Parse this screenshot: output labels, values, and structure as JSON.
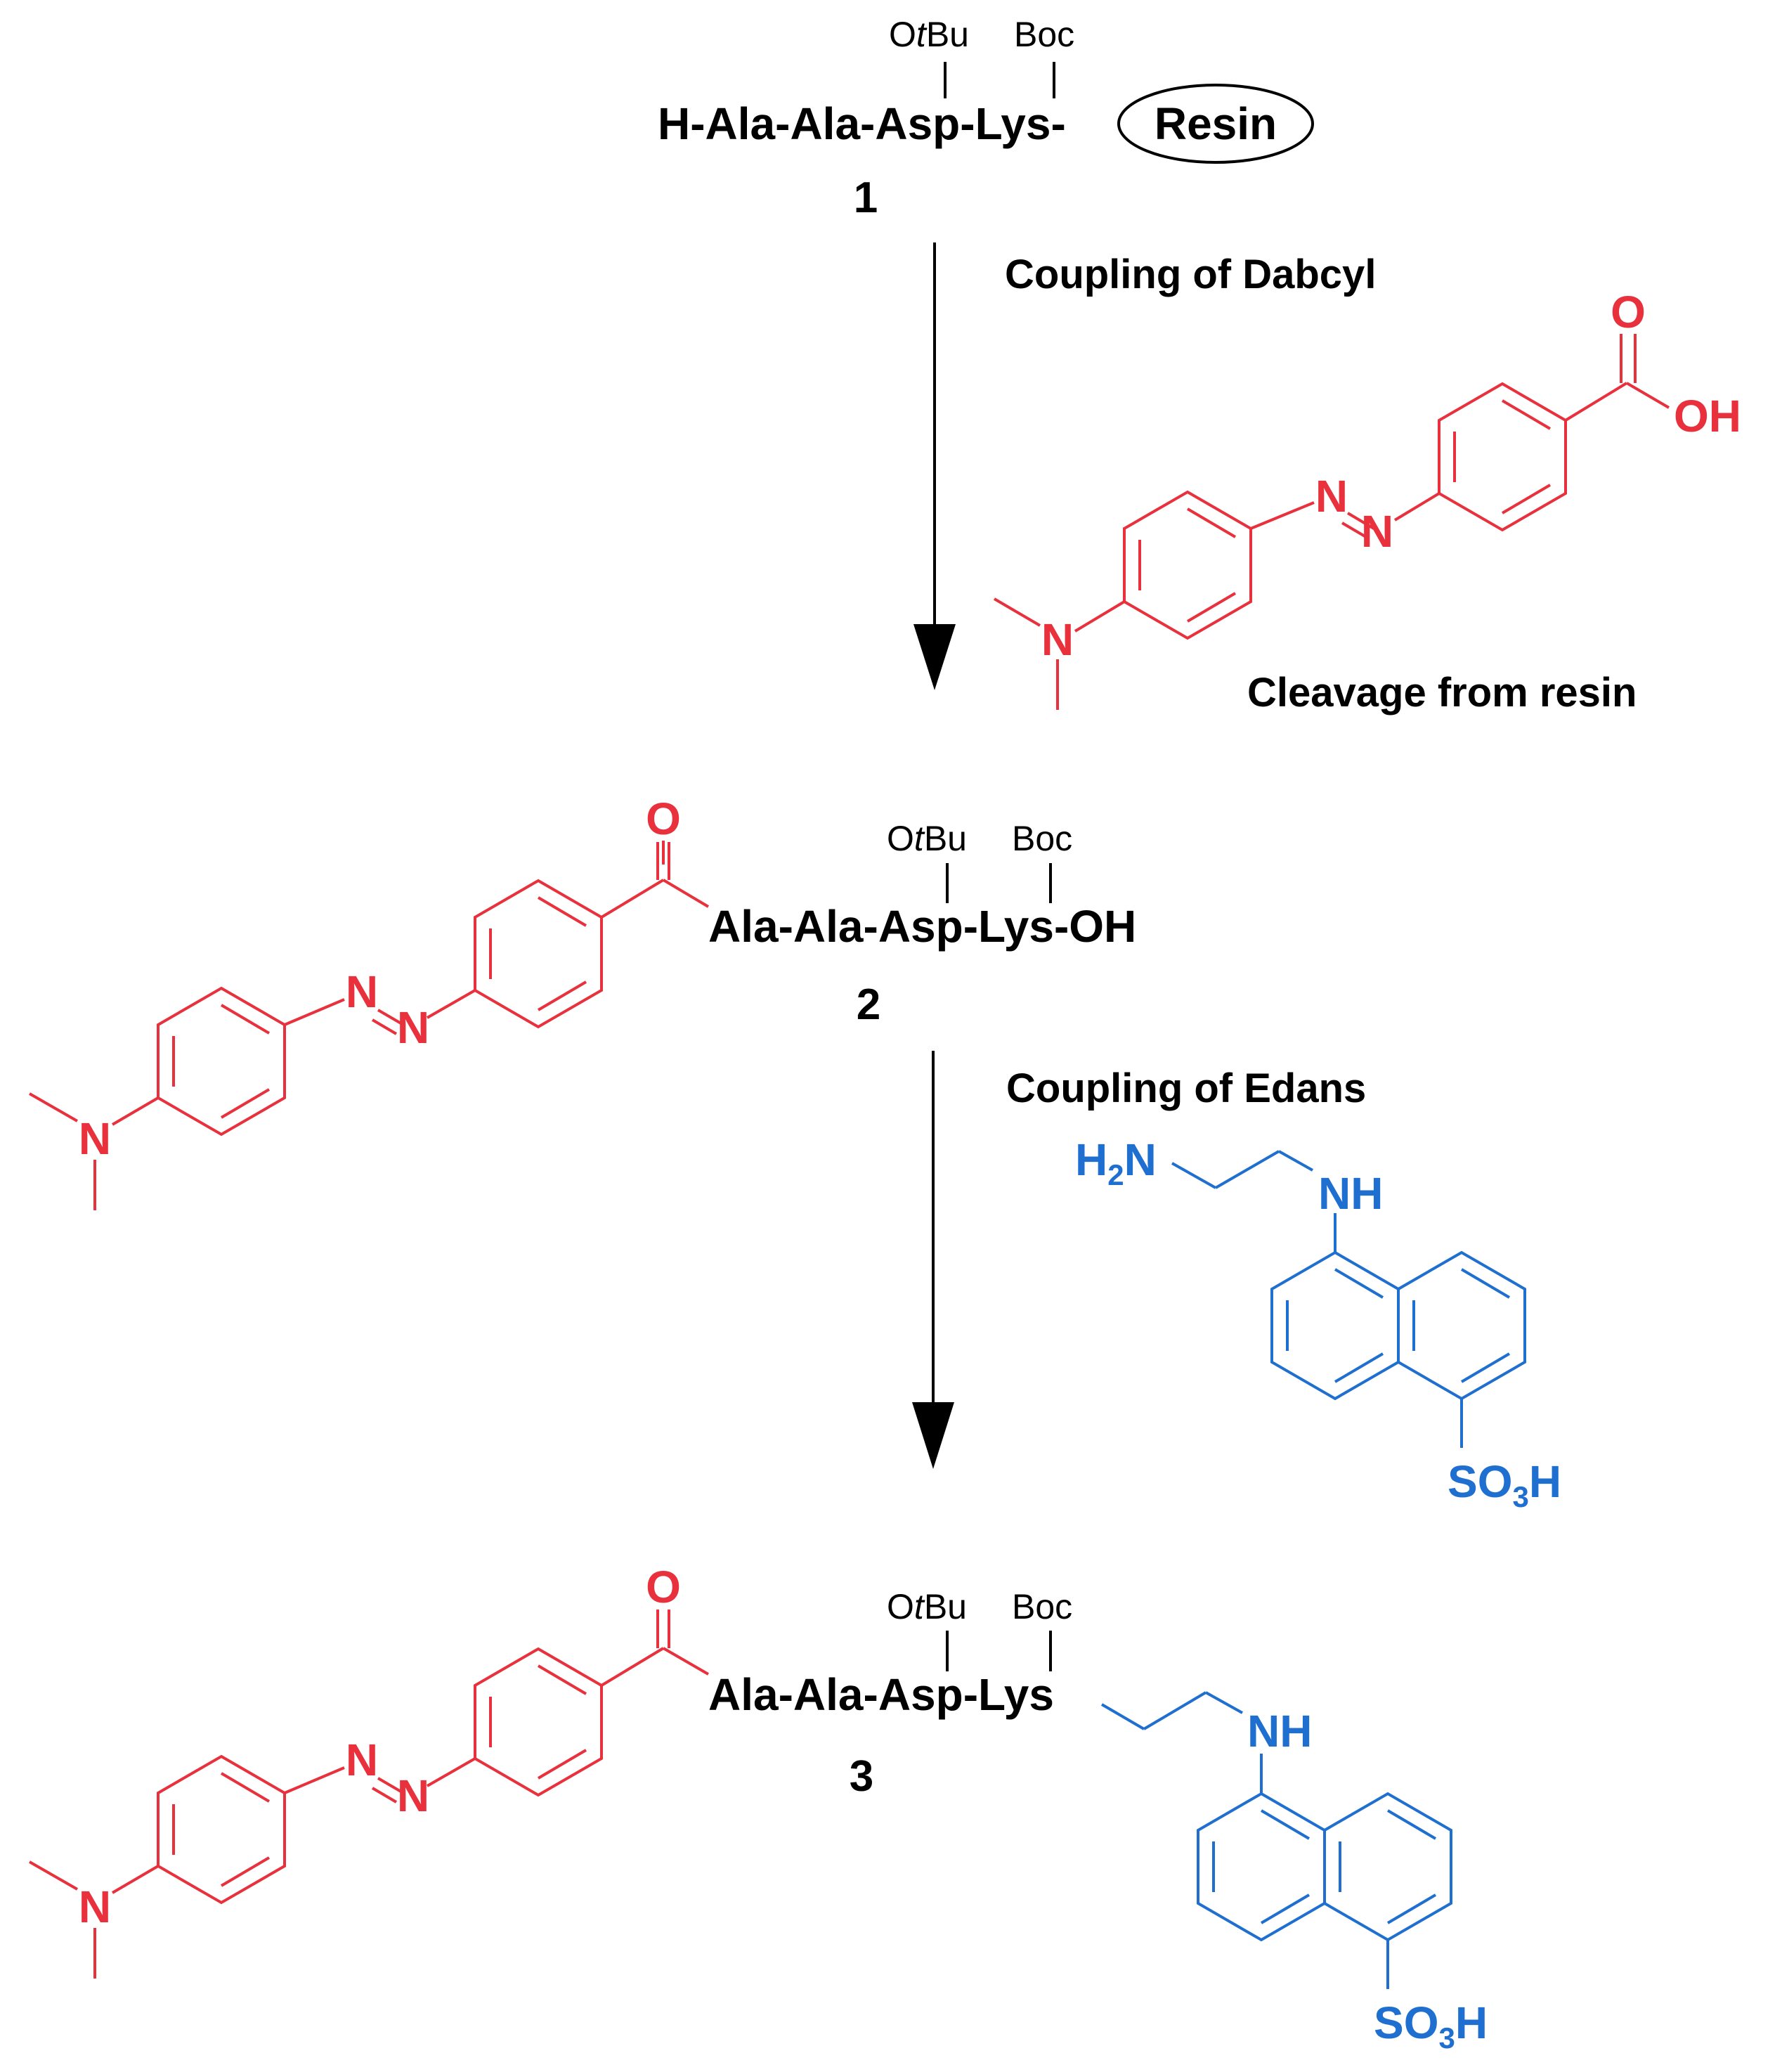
{
  "compound_1": {
    "sequence": "H-Ala-Ala-Asp-Lys-",
    "resin": "Resin",
    "asp_group_o": "O",
    "asp_group_t": "t",
    "asp_group_bu": "Bu",
    "lys_group": "Boc",
    "number": "1"
  },
  "step_1": {
    "label": "Coupling of Dabcyl",
    "label_2": "Cleavage from resin"
  },
  "dabcyl": {
    "carbonyl_o": "O",
    "hydroxyl": "OH",
    "azo_n1": "N",
    "azo_n2": "N",
    "amine_n": "N"
  },
  "compound_2": {
    "sequence": "Ala-Ala-Asp-Lys-OH",
    "asp_group_o": "O",
    "asp_group_t": "t",
    "asp_group_bu": "Bu",
    "lys_group": "Boc",
    "carbonyl_o": "O",
    "azo_n1": "N",
    "azo_n2": "N",
    "amine_n": "N",
    "number": "2"
  },
  "step_2": {
    "label": "Coupling of Edans"
  },
  "edans": {
    "h2n_h": "H",
    "h2n_2": "2",
    "h2n_n": "N",
    "nh": "NH",
    "so3h_so": "SO",
    "so3h_3": "3",
    "so3h_h": "H"
  },
  "compound_3": {
    "sequence": "Ala-Ala-Asp-Lys",
    "asp_group_o": "O",
    "asp_group_t": "t",
    "asp_group_bu": "Bu",
    "lys_group": "Boc",
    "carbonyl_o": "O",
    "azo_n1": "N",
    "azo_n2": "N",
    "amine_n": "N",
    "nh": "NH",
    "so3h_so": "SO",
    "so3h_3": "3",
    "so3h_h": "H",
    "number": "3"
  },
  "colors": {
    "dabcyl": "#e8313c",
    "edans": "#1f6fd1",
    "peptide": "#000000"
  }
}
